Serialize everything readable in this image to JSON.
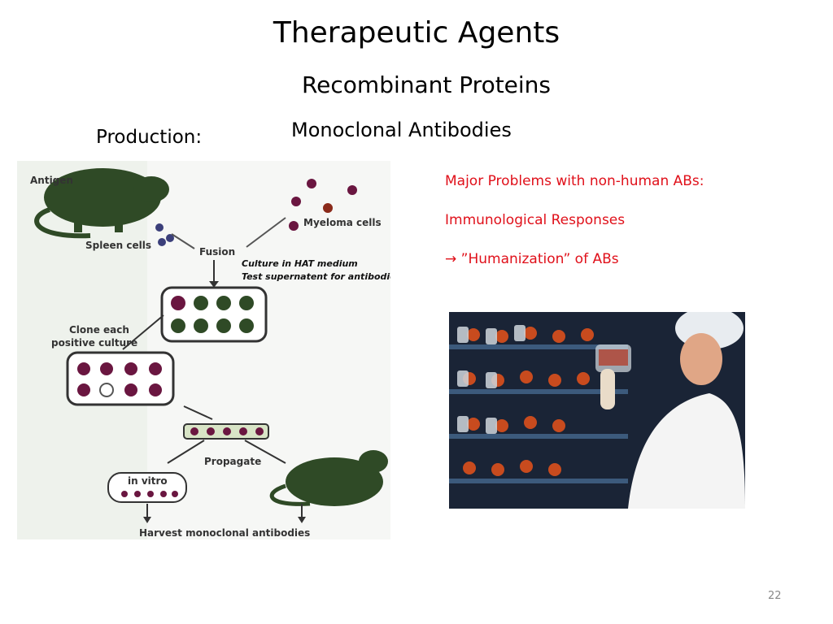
{
  "slide": {
    "title": "Therapeutic Agents",
    "subtitle": "Recombinant Proteins",
    "production_label": "Production:",
    "section_label": "Monoclonal Antibodies",
    "notes": [
      "Major Problems with non-human ABs:",
      "Immunological Responses",
      "→ ”Humanization” of ABs"
    ],
    "page_number": "22"
  },
  "figure": {
    "labels": {
      "antigen": "Antigen",
      "spleen_cells": "Spleen cells",
      "myeloma_cells": "Myeloma cells",
      "fusion": "Fusion",
      "culture_1": "Culture in HAT medium",
      "culture_2": "Test supernatent for antibodies",
      "clone_1": "Clone each",
      "clone_2": "positive culture",
      "propagate": "Propagate",
      "in_vitro": "in vitro",
      "harvest": "Harvest monoclonal antibodies"
    }
  },
  "colors": {
    "note_red": "#e0101a",
    "mouse_green": "#2f4a26",
    "cell_purple": "#6a1640"
  }
}
